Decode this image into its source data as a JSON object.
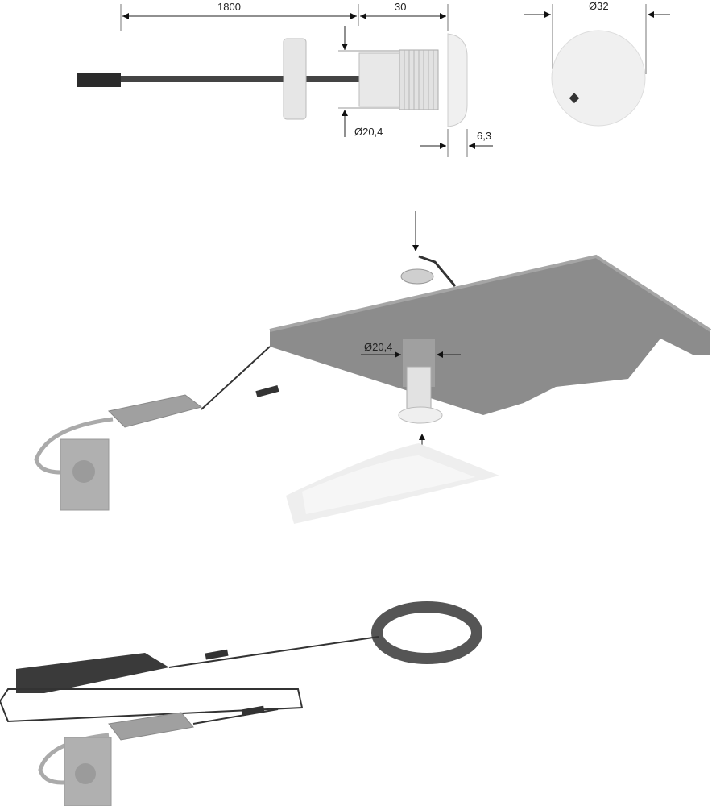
{
  "dimensions": {
    "cable_length": "1800",
    "sensor_length": "30",
    "head_diameter": "Ø32",
    "hole_diameter": "Ø20,4",
    "head_thickness": "6,3",
    "mount_hole_diameter": "Ø20,4"
  },
  "colors": {
    "sensor": "#eeeeee",
    "board": "#8a8a8a",
    "driver": "#a8a8a8",
    "dark_driver": "#3a3a3a",
    "cable": "#444444"
  }
}
